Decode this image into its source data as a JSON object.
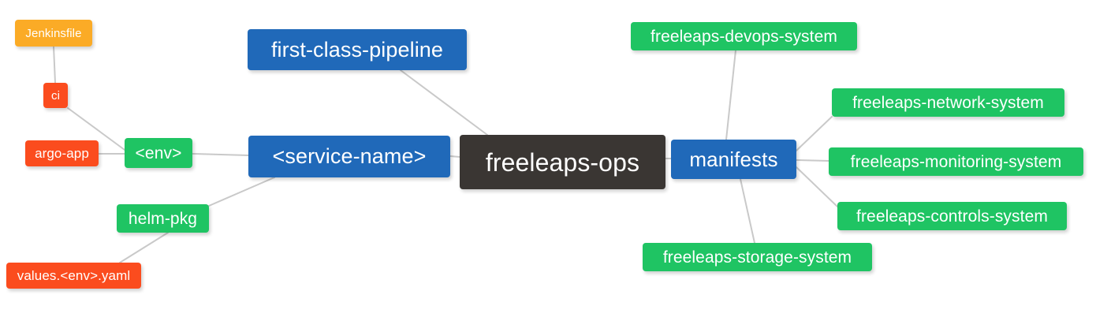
{
  "diagram": {
    "title": "freeleaps-ops mind map",
    "background_color": "#ffffff",
    "edge_color": "#c9c9c9",
    "palette": {
      "root": "#3a3633",
      "blue": "#2069b9",
      "green": "#1fc463",
      "orange": "#fbab26",
      "red": "#fb4c1e"
    }
  },
  "nodes": {
    "root": {
      "label": "freeleaps-ops",
      "color": "#3a3633"
    },
    "first_class_pipeline": {
      "label": "first-class-pipeline",
      "color": "#2069b9"
    },
    "service_name": {
      "label": "<service-name>",
      "color": "#2069b9"
    },
    "manifests": {
      "label": "manifests",
      "color": "#2069b9"
    },
    "env": {
      "label": "<env>",
      "color": "#1fc463"
    },
    "helm_pkg": {
      "label": "helm-pkg",
      "color": "#1fc463"
    },
    "jenkinsfile": {
      "label": "Jenkinsfile",
      "color": "#fbab26"
    },
    "ci": {
      "label": "ci",
      "color": "#fb4c1e"
    },
    "argo_app": {
      "label": "argo-app",
      "color": "#fb4c1e"
    },
    "values_yaml": {
      "label": "values.<env>.yaml",
      "color": "#fb4c1e"
    },
    "devops_system": {
      "label": "freeleaps-devops-system",
      "color": "#1fc463"
    },
    "network_system": {
      "label": "freeleaps-network-system",
      "color": "#1fc463"
    },
    "monitoring_system": {
      "label": "freeleaps-monitoring-system",
      "color": "#1fc463"
    },
    "controls_system": {
      "label": "freeleaps-controls-system",
      "color": "#1fc463"
    },
    "storage_system": {
      "label": "freeleaps-storage-system",
      "color": "#1fc463"
    }
  },
  "edges": [
    {
      "from": "root",
      "to": "service_name"
    },
    {
      "from": "root",
      "to": "first_class_pipeline"
    },
    {
      "from": "root",
      "to": "manifests"
    },
    {
      "from": "service_name",
      "to": "env"
    },
    {
      "from": "service_name",
      "to": "helm_pkg"
    },
    {
      "from": "env",
      "to": "ci"
    },
    {
      "from": "env",
      "to": "argo_app"
    },
    {
      "from": "ci",
      "to": "jenkinsfile"
    },
    {
      "from": "helm_pkg",
      "to": "values_yaml"
    },
    {
      "from": "manifests",
      "to": "devops_system"
    },
    {
      "from": "manifests",
      "to": "network_system"
    },
    {
      "from": "manifests",
      "to": "monitoring_system"
    },
    {
      "from": "manifests",
      "to": "controls_system"
    },
    {
      "from": "manifests",
      "to": "storage_system"
    }
  ]
}
